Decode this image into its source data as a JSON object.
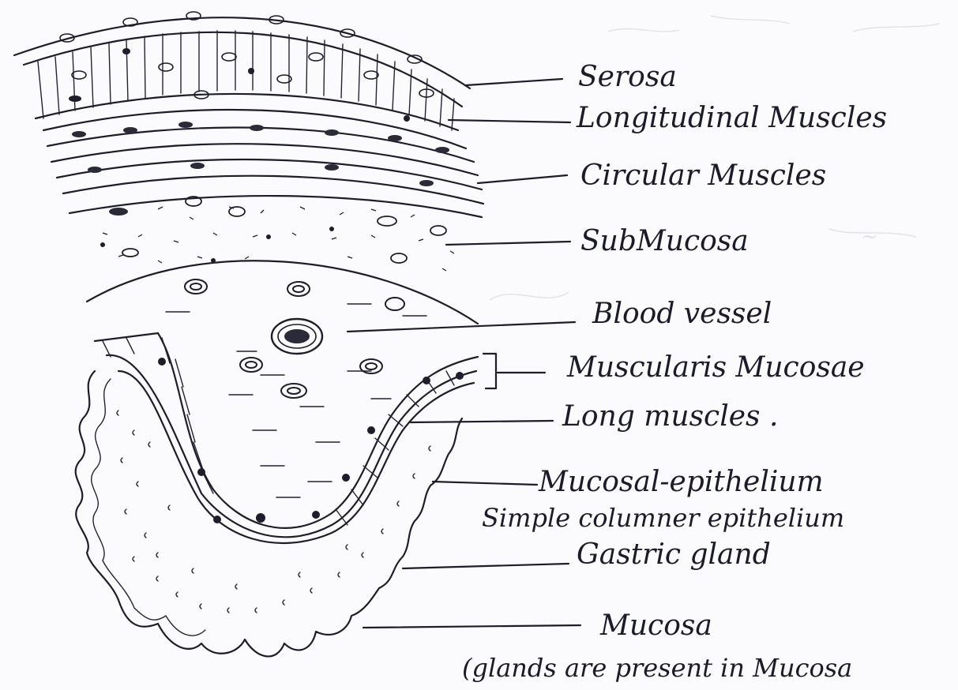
{
  "labels": {
    "serosa": "Serosa",
    "longitudinal_muscles": "Longitudinal Muscles",
    "circular_muscles": "Circular Muscles",
    "submucosa": "SubMucosa",
    "blood_vessel": "Blood vessel",
    "muscularis_mucosae": "Muscularis Mucosae",
    "long_muscles": "Long muscles .",
    "mucosal_epithelium": "Mucosal-epithelium",
    "simple_columnar": "Simple columner epithelium",
    "gastric_gland": "Gastric gland",
    "mucosa": "Mucosa",
    "glands_note": "(glands are present in Mucosa"
  },
  "colors": {
    "ink": "#1d1d2b",
    "paper": "#fbfbfd",
    "bleed_through": "#cfd0d8"
  }
}
